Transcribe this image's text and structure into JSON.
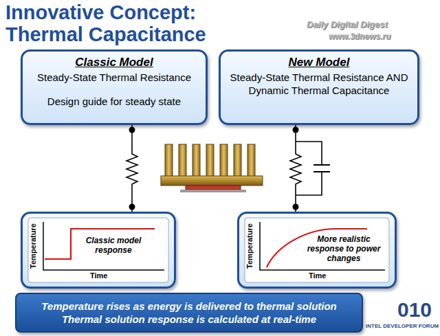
{
  "diagram": {
    "title": "Innovative Concept: Thermal Capacitance",
    "nodes": [
      {
        "text": [
          "Classic Model",
          "Steady-State Thermal Resistance",
          "Design guide for steady state"
        ]
      },
      {
        "text": [
          "New Model",
          "Steady-State Thermal Resistance AND Dynamic Thermal Capacitance"
        ]
      },
      {
        "text": [
          "Temperature",
          "Classic model response",
          "Time"
        ]
      },
      {
        "text": [
          "Temperature",
          "More realistic response to power changes",
          "Time"
        ]
      },
      {
        "text": [
          "Temperature rises as energy is delivered to thermal solution",
          "Thermal solution response is calculated at real-time"
        ]
      }
    ],
    "edges": [
      {
        "from": 0,
        "to": 2,
        "arrow": "none"
      },
      {
        "from": 1,
        "to": 3,
        "arrow": "none"
      }
    ],
    "labels": [
      "Daily Digital Digest",
      "www.3dnews.ru",
      "010",
      "INTEL DEVELOPER FORUM"
    ]
  }
}
